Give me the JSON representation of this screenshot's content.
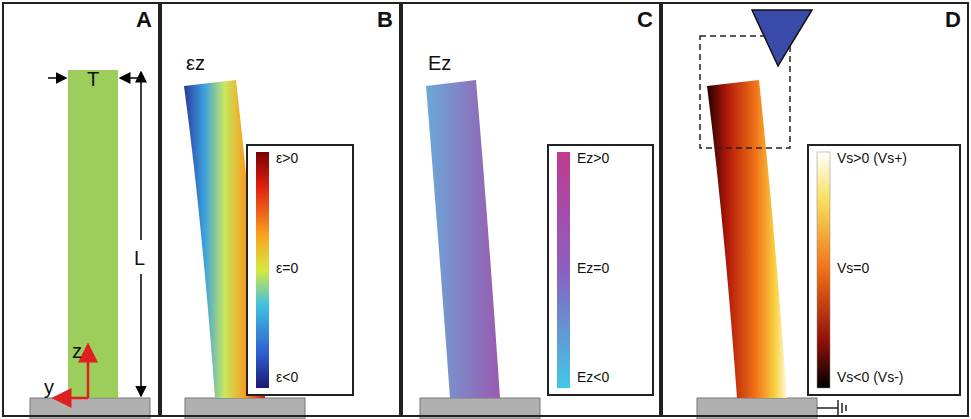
{
  "diagram": {
    "nodes": [
      {
        "text": [
          "A"
        ]
      },
      {
        "text": [
          "B"
        ]
      },
      {
        "text": [
          "C"
        ]
      },
      {
        "text": [
          "D"
        ]
      }
    ],
    "labels": [
      "T",
      "L",
      "z",
      "y",
      "εz",
      "Ez"
    ],
    "legend": [
      {
        "text": "ε>0"
      },
      {
        "text": "ε=0"
      },
      {
        "text": "ε<0"
      },
      {
        "text": "Ez>0"
      },
      {
        "text": "Ez=0"
      },
      {
        "text": "Ez<0"
      },
      {
        "text": "Vs>0 (Vs+)"
      },
      {
        "text": "Vs=0"
      },
      {
        "text": "Vs<0 (Vs-)"
      }
    ]
  }
}
